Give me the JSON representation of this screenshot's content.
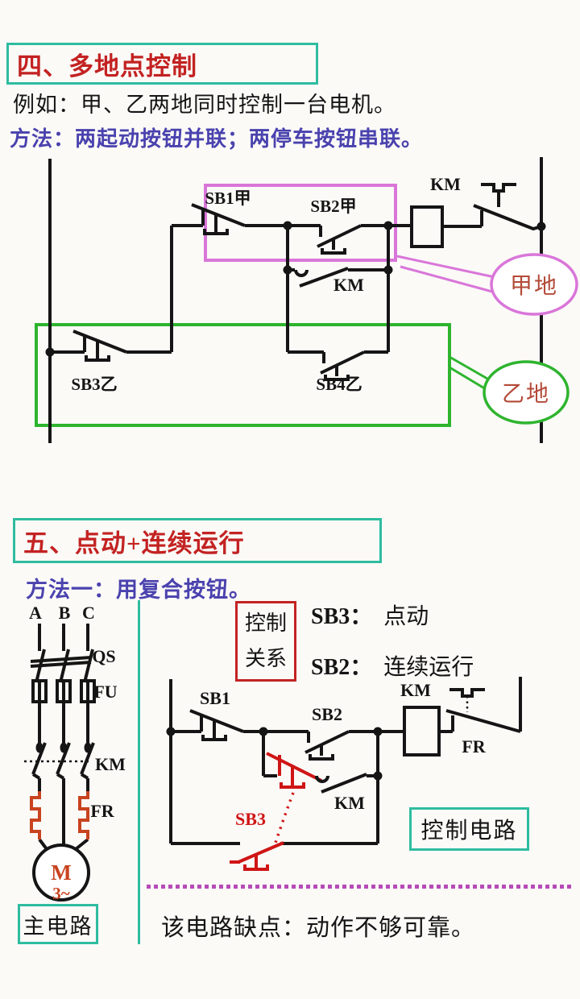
{
  "colors": {
    "background": "#fbfaf7",
    "teal_box": "#2fbca0",
    "title_red": "#c32222",
    "method_blue": "#4a42ae",
    "wire_black": "#151515",
    "highlight_pink": "#d976d9",
    "highlight_green": "#2eb42e",
    "place_text_brick": "#b34a38",
    "jog_red": "#cf1515",
    "heater_orange": "#c8431f",
    "separator_magenta": "#b84ab8"
  },
  "section1": {
    "title": "四、多地点控制",
    "example": "例如：甲、乙两地同时控制一台电机。",
    "method": "方法：两起动按钮并联；两停车按钮串联。",
    "circuit": {
      "sb1": "SB1甲",
      "sb2": "SB2甲",
      "km_coil": "KM",
      "km_aux": "KM",
      "sb3": "SB3乙",
      "sb4": "SB4乙",
      "place_a": "甲地",
      "place_b": "乙地"
    }
  },
  "section2": {
    "title": "五、点动+连续运行",
    "method": "方法一：用复合按钮。",
    "relation_box": {
      "line1": "控制",
      "line2": "关系"
    },
    "relations": [
      {
        "label": "SB3：",
        "value": "点动"
      },
      {
        "label": "SB2：",
        "value": "连续运行"
      }
    ],
    "main_circuit": {
      "phase_a": "A",
      "phase_b": "B",
      "phase_c": "C",
      "qs": "QS",
      "fu": "FU",
      "km": "KM",
      "fr": "FR",
      "motor_letter": "M",
      "motor_phase": "3~",
      "caption": "主电路"
    },
    "control_circuit": {
      "sb1": "SB1",
      "sb2": "SB2",
      "km_coil": "KM",
      "fr": "FR",
      "km_aux": "KM",
      "sb3": "SB3",
      "caption": "控制电路"
    },
    "note": "该电路缺点：动作不够可靠。"
  }
}
